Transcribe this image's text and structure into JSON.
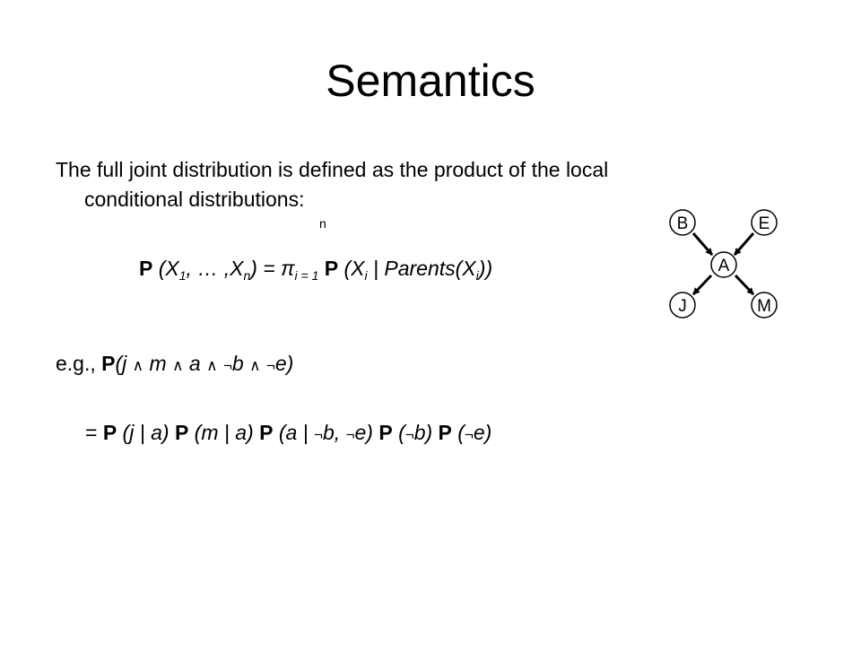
{
  "slide": {
    "title": "Semantics",
    "intro_line1": "The full joint distribution is defined as the product of the local",
    "intro_line2": "conditional distributions:",
    "formula": {
      "prod_upper": "n",
      "P1": "P",
      "lhs_open": " (X",
      "sub_1": "1",
      "dots": ", … ,X",
      "sub_n": "n",
      "lhs_close": ") = π",
      "sub_range": "i = 1",
      "P2": "P",
      "rhs_open": " (X",
      "sub_i1": "i",
      "rhs_mid": " | Parents(X",
      "sub_i2": "i",
      "rhs_close": "))"
    },
    "example": {
      "prefix": "e.g., ",
      "P": "P",
      "open": "(j ",
      "and": "∧",
      "m": " m ",
      "a": " a ",
      "neg": "¬",
      "b": "b ",
      "e_close": "e)"
    },
    "expansion": {
      "eq": "= ",
      "P": "P",
      "t1": " (j | a) ",
      "t2": " (m | a) ",
      "t3a": " (a | ",
      "neg": "¬",
      "t3b": "b, ",
      "t3c": "e) ",
      "t4a": " (",
      "t4b": "b) ",
      "t5a": " (",
      "t5b": "e)"
    },
    "network": {
      "nodes": [
        {
          "id": "B",
          "label": "B"
        },
        {
          "id": "E",
          "label": "E"
        },
        {
          "id": "A",
          "label": "A"
        },
        {
          "id": "J",
          "label": "J"
        },
        {
          "id": "M",
          "label": "M"
        }
      ],
      "edges": [
        [
          "B",
          "A"
        ],
        [
          "E",
          "A"
        ],
        [
          "A",
          "J"
        ],
        [
          "A",
          "M"
        ]
      ]
    }
  }
}
